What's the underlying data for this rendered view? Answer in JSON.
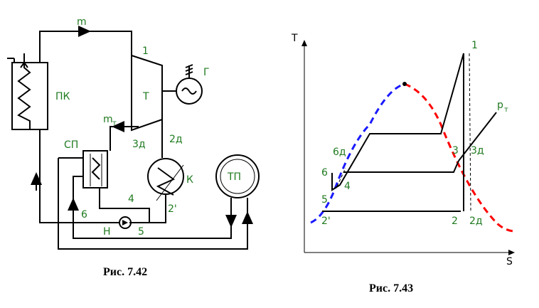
{
  "schematic": {
    "caption": "Рис. 7.42",
    "labels": {
      "m": "m",
      "mt_main": "m",
      "mt_sub": "т",
      "pk": "ПК",
      "turbine": "Т",
      "generator": "Г",
      "sp": "СП",
      "condenser": "К",
      "tp": "ТП",
      "pump": "Н",
      "p1": "1",
      "p2d": "2д",
      "p3d": "3д",
      "p2prime": "2'",
      "p4": "4",
      "p5": "5",
      "p6": "6"
    }
  },
  "ts_diagram": {
    "caption": "Рис. 7.43",
    "axis_t": "T",
    "axis_s": "S",
    "labels": {
      "p1": "1",
      "pt_main": "p",
      "pt_sub": "т",
      "p3": "3",
      "p3d": "3д",
      "p6d": "6д",
      "p6": "6",
      "p5": "5",
      "p4": "4",
      "p2prime": "2'",
      "p2": "2",
      "p2d": "2д"
    },
    "colors": {
      "liquid_line": "#1a1aff",
      "vapor_line": "#ff0000",
      "labels": "#1f7a1f"
    }
  }
}
